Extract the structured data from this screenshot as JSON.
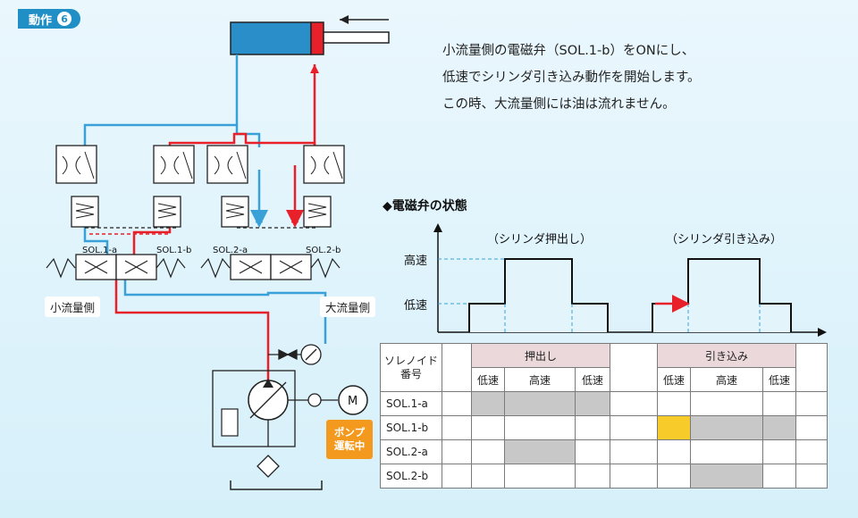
{
  "header": {
    "step_label": "動作",
    "step_number": "6"
  },
  "description": {
    "line1": "小流量側の電磁弁（SOL.1-b）をONにし、",
    "line2": "低速でシリンダ引き込み動作を開始します。",
    "line3": "この時、大流量側には油は流れません。"
  },
  "circuit": {
    "sol_labels": [
      "SOL.1-a",
      "SOL.1-b",
      "SOL.2-a",
      "SOL.2-b"
    ],
    "small_flow_label": "小流量側",
    "large_flow_label": "大流量側",
    "pump_badge_line1": "ポンプ",
    "pump_badge_line2": "運転中",
    "motor_label": "M",
    "colors": {
      "pressure": "#e8202a",
      "return": "#3aa0d8",
      "cylinder": "#2a8ec8"
    }
  },
  "state_section": {
    "title": "◆電磁弁の状態",
    "phase1_label": "（シリンダ押出し）",
    "phase2_label": "（シリンダ引き込み）",
    "y_high": "高速",
    "y_low": "低速"
  },
  "table": {
    "header_label": "ソレノイド",
    "header_label2": "番号",
    "group1": "押出し",
    "group2": "引き込み",
    "sub": [
      "低速",
      "高速",
      "低速",
      "低速",
      "高速",
      "低速"
    ],
    "rows": [
      {
        "name": "SOL.1-a"
      },
      {
        "name": "SOL.1-b"
      },
      {
        "name": "SOL.2-a"
      },
      {
        "name": "SOL.2-b"
      }
    ]
  }
}
